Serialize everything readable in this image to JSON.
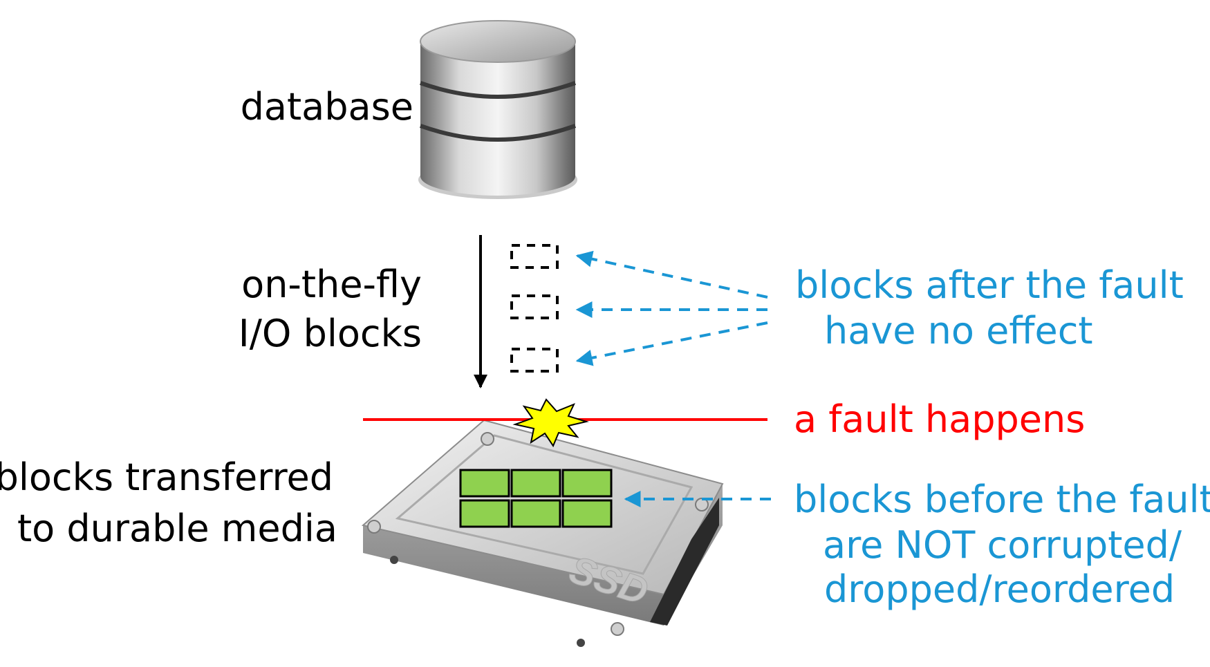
{
  "labels": {
    "database": "database",
    "on_the_fly_line1": "on-the-fly",
    "on_the_fly_line2": "I/O blocks",
    "transferred_line1": "blocks transferred",
    "transferred_line2": "to durable media",
    "after_line1": "blocks after the fault",
    "after_line2": "have no effect",
    "fault": "a fault happens",
    "before_line1": "blocks before the fault",
    "before_line2": "are NOT corrupted/",
    "before_line3": "dropped/reordered",
    "ssd_text": "SSD"
  },
  "colors": {
    "text": "#000000",
    "annotation_blue": "#1a96d4",
    "fault_red": "#ff0000",
    "block_green": "#8fd14f",
    "burst_yellow": "#ffff00"
  },
  "icons": {
    "database": "database-cylinder-icon",
    "ssd": "ssd-drive-icon",
    "fault": "explosion-burst-icon"
  }
}
